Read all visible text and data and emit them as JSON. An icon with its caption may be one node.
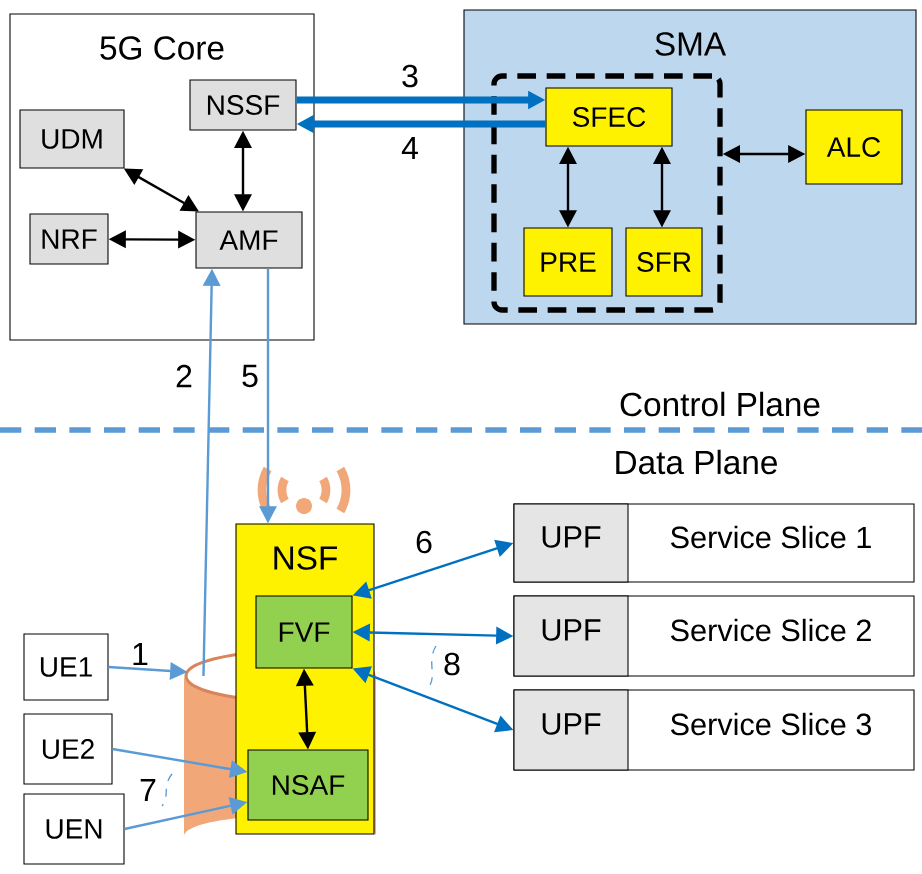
{
  "diagram": {
    "nodes": [
      {
        "text": [
          "5G Core"
        ]
      },
      {
        "text": [
          "NSSF"
        ],
        "in": 0
      },
      {
        "text": [
          "UDM"
        ],
        "in": 0
      },
      {
        "text": [
          "NRF"
        ],
        "in": 0
      },
      {
        "text": [
          "AMF"
        ],
        "in": 0
      },
      {
        "text": [
          "SMA"
        ]
      },
      {
        "text": [],
        "shape": "box",
        "in": 5
      },
      {
        "text": [
          "SFEC"
        ],
        "in": 6
      },
      {
        "text": [
          "PRE"
        ],
        "in": 6
      },
      {
        "text": [
          "SFR"
        ],
        "in": 6
      },
      {
        "text": [
          "ALC"
        ],
        "in": 5
      },
      {
        "text": [],
        "shape": "cylinder"
      },
      {
        "text": [
          "NSF"
        ],
        "in": 11
      },
      {
        "text": [
          "FVF"
        ],
        "in": 12
      },
      {
        "text": [
          "NSAF"
        ],
        "in": 12
      },
      {
        "text": [
          "UE1"
        ]
      },
      {
        "text": [
          "UE2"
        ]
      },
      {
        "text": [
          "UEN"
        ]
      },
      {
        "text": [
          "UPF",
          "Service Slice 1"
        ]
      },
      {
        "text": [
          "UPF",
          "Service Slice 2"
        ]
      },
      {
        "text": [
          "UPF",
          "Service Slice 3"
        ]
      }
    ],
    "edges": [
      {
        "from": 1,
        "to": 4,
        "arrow": "both"
      },
      {
        "from": 2,
        "to": 4,
        "arrow": "both"
      },
      {
        "from": 3,
        "to": 4,
        "arrow": "both"
      },
      {
        "from": 1,
        "to": 7,
        "arrow": "to",
        "label": "3",
        "style": "thick",
        "color": "#0070c0"
      },
      {
        "from": 7,
        "to": 1,
        "arrow": "to",
        "label": "4",
        "style": "thick",
        "color": "#0070c0"
      },
      {
        "from": 7,
        "to": 8,
        "arrow": "both"
      },
      {
        "from": 7,
        "to": 9,
        "arrow": "both"
      },
      {
        "from": 6,
        "to": 10,
        "arrow": "both"
      },
      {
        "from": 11,
        "to": 4,
        "arrow": "to",
        "label": "2",
        "color": "#5b9bd5"
      },
      {
        "from": 4,
        "to": 12,
        "arrow": "to",
        "label": "5",
        "color": "#5b9bd5"
      },
      {
        "from": 15,
        "to": 11,
        "arrow": "to",
        "label": "1",
        "color": "#5b9bd5"
      },
      {
        "from": 16,
        "to": 14,
        "arrow": "to",
        "color": "#5b9bd5"
      },
      {
        "from": 17,
        "to": 14,
        "arrow": "to",
        "label": "7",
        "color": "#5b9bd5"
      },
      {
        "from": 13,
        "to": 14,
        "arrow": "both"
      },
      {
        "from": 13,
        "to": 18,
        "arrow": "both",
        "label": "6",
        "color": "#0070c0"
      },
      {
        "from": 13,
        "to": 19,
        "arrow": "both",
        "color": "#0070c0"
      },
      {
        "from": 13,
        "to": 20,
        "arrow": "both",
        "label": "8",
        "color": "#0070c0"
      }
    ],
    "labels": [
      "Control Plane",
      "Data Plane"
    ]
  }
}
